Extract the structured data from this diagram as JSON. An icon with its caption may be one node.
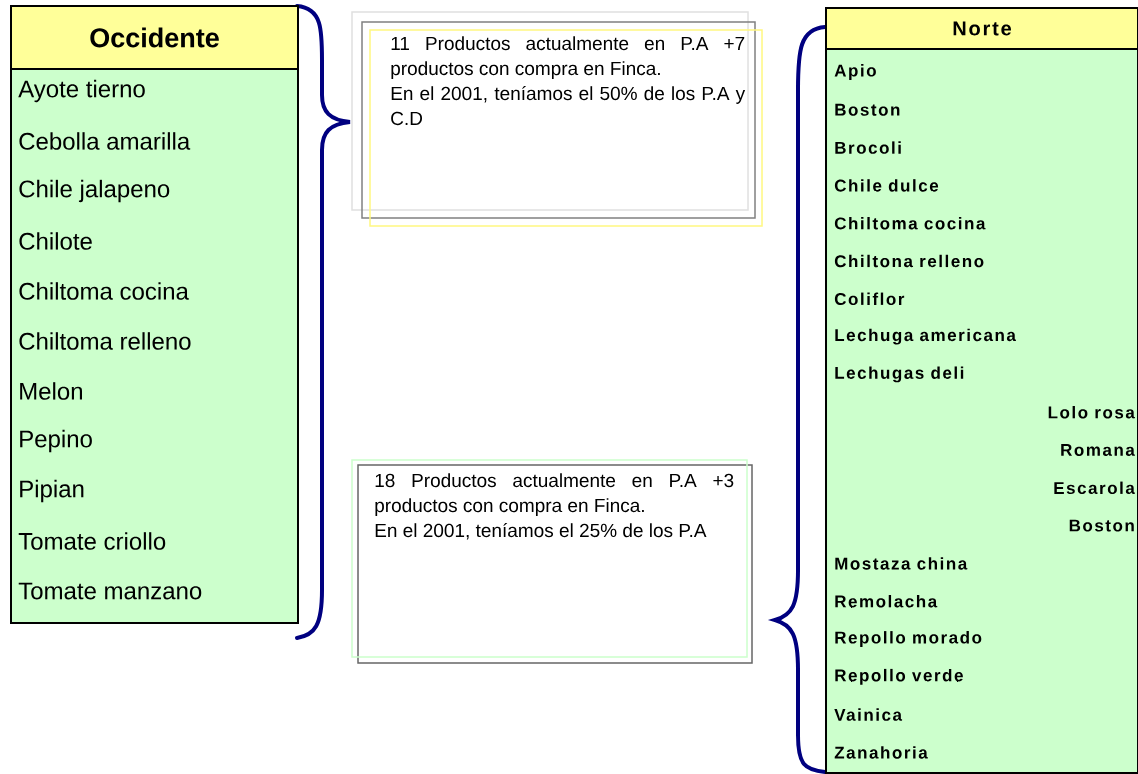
{
  "diagram": {
    "nodes": [
      {
        "text": [
          "Occidente",
          "Ayote tierno",
          "Cebolla amarilla",
          "Chile jalapeno",
          "Chilote",
          "Chiltoma cocina",
          "Chiltoma relleno",
          "Melon",
          "Pepino",
          "Pipian",
          "Tomate criollo",
          "Tomate manzano"
        ]
      },
      {
        "text": [
          "11 Productos actualmente en P.A +7 productos con compra en Finca.",
          "En el 2001, teníamos el 50% de los P.A y C.D"
        ]
      },
      {
        "text": [
          "18 Productos actualmente en P.A +3 productos con compra en Finca.",
          "En el 2001, teníamos el 25% de los P.A"
        ]
      },
      {
        "text": [
          "Norte",
          "Apio",
          "Boston",
          "Brocoli",
          "Chile dulce",
          "Chiltoma cocina",
          "Chiltona relleno",
          "Coliflor",
          "Lechuga americana",
          "Lechugas deli",
          "Lolo rosa",
          "Romana",
          "Escarola",
          "Boston",
          "Mostaza china",
          "Remolacha",
          "Repollo morado",
          "Repollo verde",
          "Vainica",
          "Zanahoria"
        ]
      }
    ]
  }
}
